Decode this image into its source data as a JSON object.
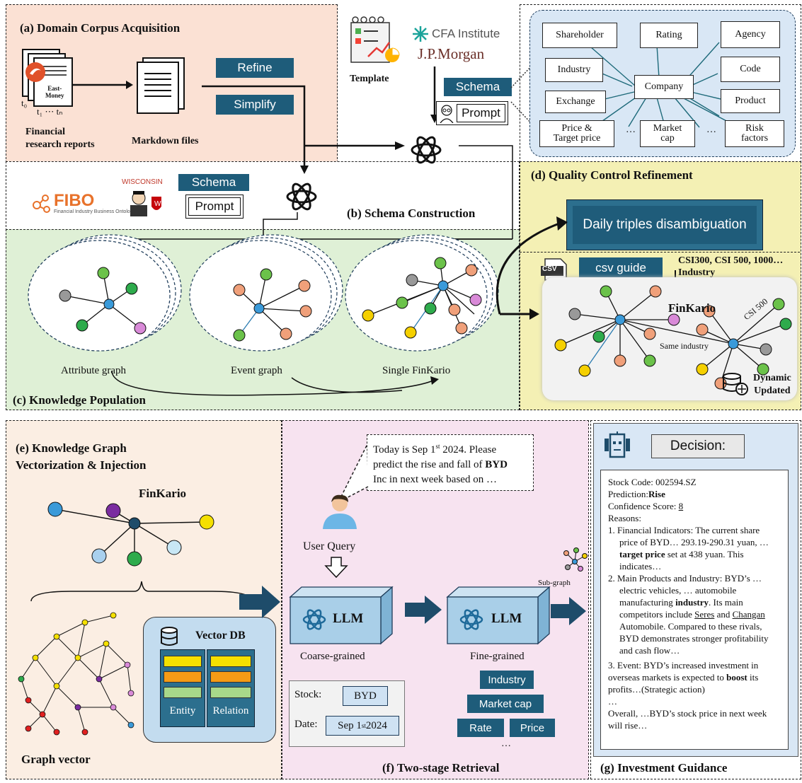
{
  "panel_a": {
    "title": "(a)  Domain Corpus Acquisition",
    "reports_label_1": "Financial",
    "reports_label_2": "research reports",
    "markdown_label": "Markdown files",
    "refine": "Refine",
    "simplify": "Simplify",
    "doc_badge_1": "East-",
    "doc_badge_2": "Money",
    "t0": "t₀",
    "t_series": "t₁  ⋯  tₙ"
  },
  "panel_b": {
    "title": "(b)  Schema Construction",
    "template_label": "Template",
    "cfa": "CFA Institute",
    "jpmorgan": "J.P.Morgan",
    "schema": "Schema",
    "prompt": "Prompt",
    "fibo": "FIBO",
    "fibo_sub": "Financial Industry Business Ontology",
    "wisconsin": "WISCONSIN",
    "schema2": "Schema",
    "prompt2": "Prompt"
  },
  "schema_nodes": {
    "shareholder": "Shareholder",
    "rating": "Rating",
    "agency": "Agency",
    "industry": "Industry",
    "company": "Company",
    "code": "Code",
    "exchange": "Exchange",
    "product": "Product",
    "price_1": "Price &",
    "price_2": "Target price",
    "market_1": "Market",
    "market_2": "cap",
    "risk_1": "Risk",
    "risk_2": "factors",
    "dots1": "…",
    "dots2": "…"
  },
  "panel_c": {
    "title": "(c)  Knowledge Population",
    "attr": "Attribute graph",
    "event": "Event graph",
    "single": "Single FinKario"
  },
  "panel_d": {
    "title": "(d)  Quality Control Refinement",
    "daily": "Daily triples disambiguation",
    "csv": "CSV",
    "csv_guide": "csv guide",
    "csi_1": "CSI300, CSI 500, 1000…",
    "csi_2": "Industry",
    "finkario": "FinKario",
    "csi500": "CSI 500",
    "same_industry": "Same industry",
    "dynamic": "Dynamic",
    "updated": "Updated"
  },
  "panel_e": {
    "title_1": "(e) Knowledge Graph",
    "title_2": "Vectorization & Injection",
    "finkario": "FinKario",
    "vector_db": "Vector DB",
    "entity": "Entity",
    "relation": "Relation",
    "graph_vector": "Graph vector"
  },
  "panel_f": {
    "title": "(f) Two-stage Retrieval",
    "query_1": "Today is Sep 1",
    "query_sup": "st",
    "query_1b": " 2024. Please",
    "query_2a": "predict the rise and fall of ",
    "query_2b": "BYD",
    "query_3": "Inc in next week based on …",
    "user_query": "User Query",
    "llm1": "LLM",
    "llm2": "LLM",
    "coarse": "Coarse-grained",
    "fine": "Fine-grained",
    "subgraph": "Sub-graph",
    "stock_label": "Stock:",
    "stock_value": "BYD",
    "date_label": "Date:",
    "date_value_a": "Sep 1",
    "date_value_sup": "st",
    "date_value_b": " 2024",
    "industry": "Industry",
    "market_cap": "Market cap",
    "rate": "Rate",
    "price": "Price",
    "dots": "…"
  },
  "panel_g": {
    "title": "(g) Investment Guidance",
    "decision": "Decision:",
    "stock_code": "Stock Code: 002594.SZ",
    "prediction_label": "Prediction:",
    "prediction_value": "Rise",
    "confidence_label": "Confidence Score: ",
    "confidence_value": "8",
    "reasons": "Reasons:",
    "r1_a": "1.  Financial Indicators: The current share",
    "r1_b": "price of BYD… 293.19-290.31 yuan, …",
    "r1_c_bold": "target price",
    "r1_c": " set at 438 yuan. This",
    "r1_d": "indicates…",
    "r2_a": "2.  Main Products and Industry: BYD’s …",
    "r2_b": "electric vehicles, … automobile",
    "r2_c1": "manufacturing ",
    "r2_c_bold": "industry",
    "r2_c2": ". Its main",
    "r2_d1": "competitors include ",
    "r2_d_u1": "Seres",
    "r2_d2": " and ",
    "r2_d_u2": "Changan",
    "r2_e": "Automobile. Compared to these rivals,",
    "r2_f": "BYD demonstrates stronger profitability",
    "r2_g": "and cash flow…",
    "r3_a": "3. Event: BYD’s increased investment in",
    "r3_b1": "overseas markets is expected to ",
    "r3_b_bold": "boost",
    "r3_b2": " its",
    "r3_c": "profits…(Strategic action)",
    "ellipsis": "…",
    "overall_a": "Overall, …BYD’s stock price in next week",
    "overall_b": "will rise…"
  }
}
